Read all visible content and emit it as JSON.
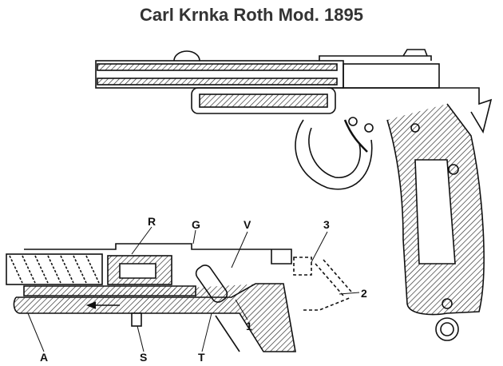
{
  "title": "Carl Krnka Roth Mod. 1895",
  "labels": {
    "R": "R",
    "G": "G",
    "V": "V",
    "three": "3",
    "two": "2",
    "one": "1",
    "A": "A",
    "S": "S",
    "T": "T"
  }
}
